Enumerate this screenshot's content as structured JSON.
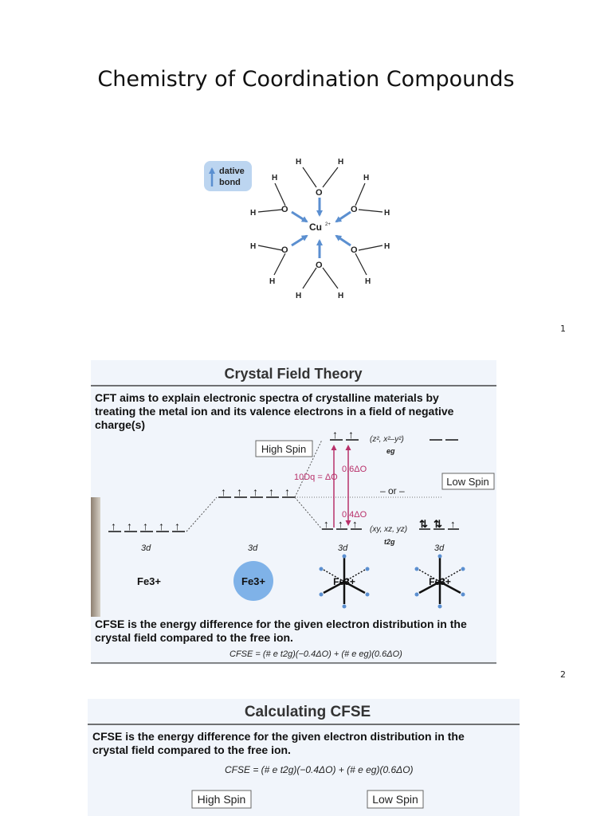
{
  "document": {
    "title": "Chemistry of Coordination Compounds",
    "page_numbers": [
      "1",
      "2"
    ]
  },
  "figure1": {
    "legend": {
      "line1": "dative",
      "line2": "bond"
    },
    "center": "Cu",
    "charge": "2+",
    "oxygen": "O",
    "hydrogen": "H"
  },
  "slide_cft": {
    "title": "Crystal Field Theory",
    "intro_lines": [
      "CFT aims to explain electronic spectra of crystalline materials by",
      "treating the metal ion and its valence electrons in a field of negative",
      "charge(s)"
    ],
    "high_spin": "High Spin",
    "low_spin": "Low Spin",
    "eg_orbitals": "(z², x²–y²)",
    "eg_label": "eg",
    "t2g_orbitals": "(xy, xz, yz)",
    "t2g_label": "t2g",
    "split_label": "10Dq = ΔO",
    "up_split": "0.6ΔO",
    "down_split": "0.4ΔO",
    "or_label": "– or –",
    "orbital_label": "3d",
    "ion_label": "Fe3+",
    "footer_lines": [
      "CFSE is the energy difference for the given electron distribution in the",
      "crystal field compared to the free ion."
    ],
    "formula": "CFSE = (# e t2g)(−0.4ΔO) + (# e eg)(0.6ΔO)"
  },
  "slide_calc": {
    "title": "Calculating CFSE",
    "body_lines": [
      "CFSE is the energy difference for the given electron distribution in the",
      "crystal field compared to the free ion."
    ],
    "formula": "CFSE = (# e t2g)(−0.4ΔO) + (# e eg)(0.6ΔO)",
    "high_spin": "High Spin",
    "low_spin": "Low Spin"
  },
  "colors": {
    "slide_bg": "#f1f5fb",
    "rule": "#444444",
    "dative_blue": "#5b8fd0",
    "legend_bg": "#bcd5f0",
    "split_magenta": "#b8306a",
    "ion_sphere": "#7fb2e8"
  }
}
